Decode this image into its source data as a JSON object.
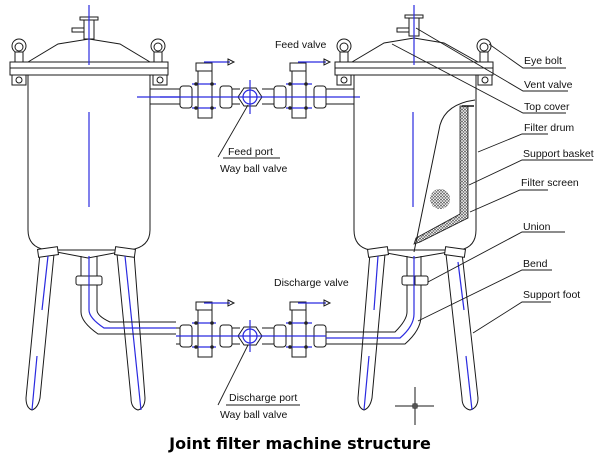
{
  "title": "Joint filter machine structure",
  "labels": {
    "feed_valve": "Feed valve",
    "feed_port": "Feed port",
    "feed_way_ball_valve": "Way  ball valve",
    "discharge_valve": "Discharge valve",
    "discharge_port": "Discharge port",
    "discharge_way_ball_valve": "Way  ball valve",
    "eye_bolt": "Eye bolt",
    "vent_valve": "Vent valve",
    "top_cover": "Top cover",
    "filter_drum": "Filter drum",
    "support_basket": "Support basket",
    "filter_screen": "Filter screen",
    "union": "Union",
    "bend": "Bend",
    "support_foot": "Support foot"
  },
  "colors": {
    "line": "#1a1a1a",
    "axis": "#2a2ae0",
    "background": "#ffffff"
  }
}
